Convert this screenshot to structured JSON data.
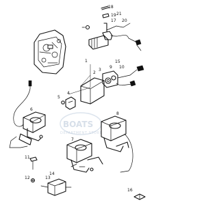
{
  "callouts": {
    "n1": "1",
    "n2": "2",
    "n3": "3",
    "n4": "4",
    "n5": "5",
    "n6": "6",
    "n7": "7",
    "n8": "8",
    "n9": "9",
    "n10": "10",
    "n11": "11",
    "n12": "12",
    "n13": "13",
    "n14": "14",
    "n15": "15",
    "n16": "16",
    "n17": "17",
    "n18": "18",
    "n19": "19",
    "n20": "20",
    "n21": "21"
  },
  "watermark": {
    "brand": "BOATS",
    "sub": "DEPARTMENT STORE"
  }
}
